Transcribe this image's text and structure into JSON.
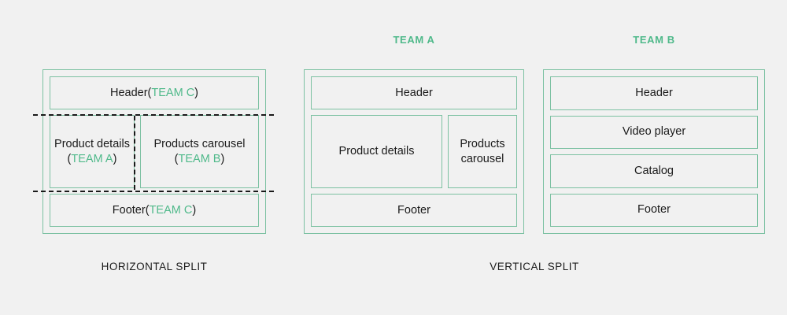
{
  "theme": {
    "background": "#f1f1f1",
    "accent_green": "#4fb98a",
    "border_green": "#7cc1a2",
    "text": "#1a1a1a"
  },
  "diagrams": [
    {
      "id": "horizontal-split",
      "caption": "HORIZONTAL SPLIT",
      "team_caption": "",
      "blocks": {
        "header": {
          "label": "Header ",
          "team": "TEAM C"
        },
        "details": {
          "label": "Product details",
          "team": "TEAM A"
        },
        "carousel": {
          "label": "Products carousel",
          "team": "TEAM B"
        },
        "footer": {
          "label": "Footer ",
          "team": "TEAM C"
        }
      },
      "has_dashed_separators": true
    },
    {
      "id": "vertical-split-team-a",
      "caption": "VERTICAL SPLIT",
      "team_caption": "TEAM A",
      "blocks": {
        "header": {
          "label": "Header"
        },
        "details": {
          "label": "Product details"
        },
        "carousel": {
          "label": "Products carousel"
        },
        "footer": {
          "label": "Footer"
        }
      },
      "has_dashed_separators": false
    },
    {
      "id": "vertical-split-team-b",
      "caption": "",
      "team_caption": "TEAM B",
      "blocks": [
        {
          "label": "Header"
        },
        {
          "label": "Video player"
        },
        {
          "label": "Catalog"
        },
        {
          "label": "Footer"
        }
      ],
      "has_dashed_separators": false
    }
  ],
  "labels": {
    "open_paren": "(",
    "close_paren": ")",
    "team_a": "TEAM A",
    "team_b": "TEAM B",
    "team_c": "TEAM C"
  }
}
